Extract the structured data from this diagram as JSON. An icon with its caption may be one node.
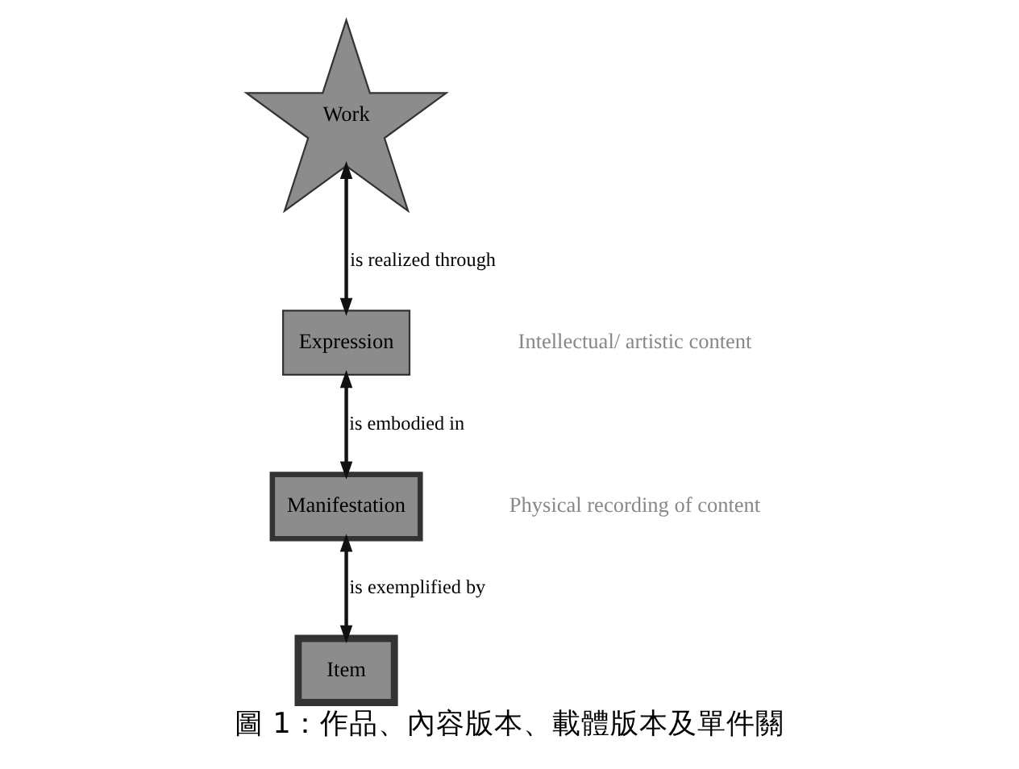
{
  "diagram": {
    "caption": "圖 1：作品、內容版本、載體版本及單件關",
    "nodes": [
      {
        "text": [
          "Work"
        ]
      },
      {
        "text": [
          "Expression"
        ]
      },
      {
        "text": [
          "Manifestation"
        ]
      },
      {
        "text": [
          "Item"
        ]
      }
    ],
    "edges": [
      {
        "from": 0,
        "to": 1,
        "arrow": "both",
        "label": "is realized through"
      },
      {
        "from": 1,
        "to": 2,
        "arrow": "both",
        "label": "is embodied in"
      },
      {
        "from": 2,
        "to": 3,
        "arrow": "both",
        "label": "is exemplified by"
      }
    ],
    "labels": [
      "Intellectual/ artistic content",
      "Physical recording of content"
    ]
  }
}
